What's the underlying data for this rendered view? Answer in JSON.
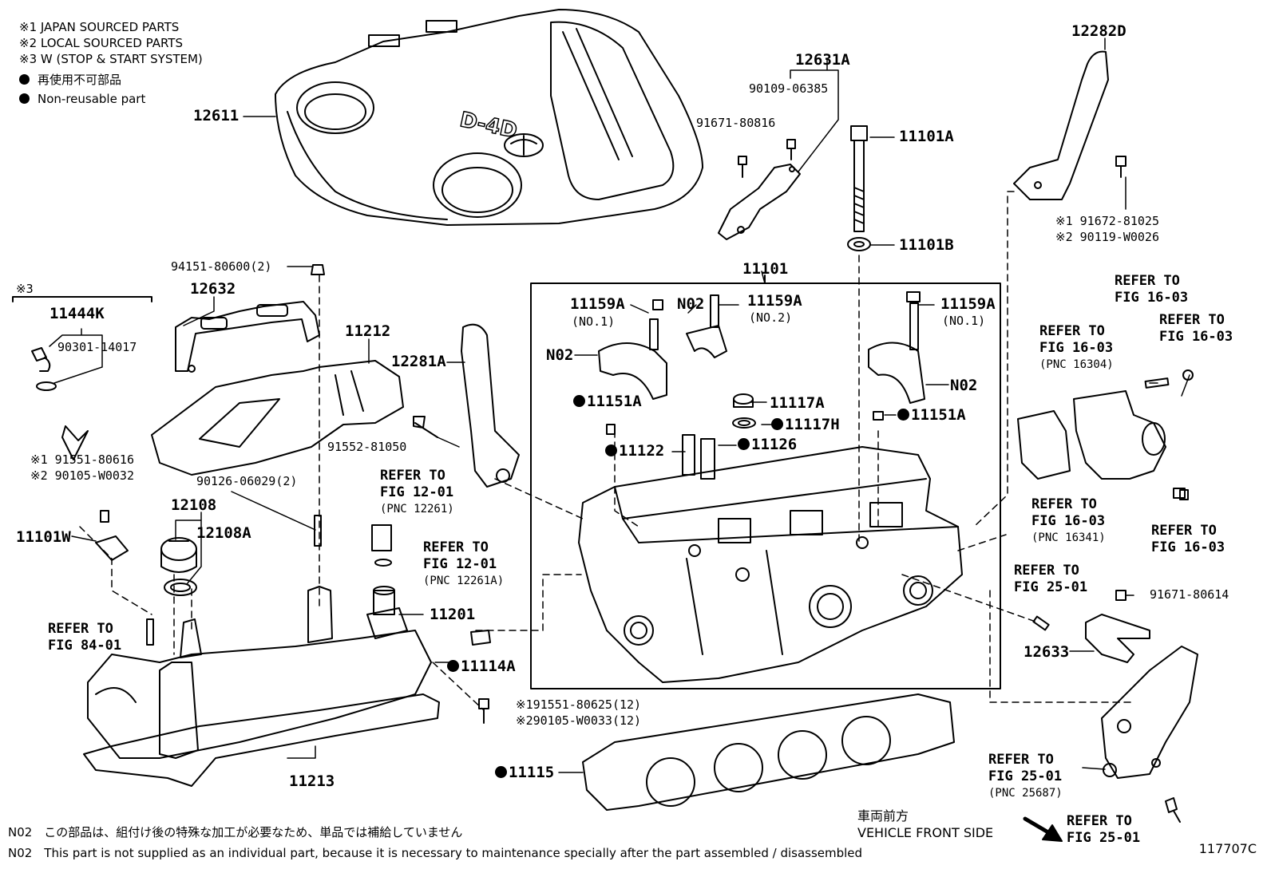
{
  "legend": {
    "japan_sourced": "※1 JAPAN SOURCED PARTS",
    "local_sourced": "※2 LOCAL SOURCED PARTS",
    "stop_start": "※3 W (STOP & START SYSTEM)",
    "non_reusable_jp": "再使用不可部品",
    "non_reusable_en": "Non-reusable part"
  },
  "parts": {
    "p12611": "12611",
    "p12631A": "12631A",
    "p90109_06385": "90109-06385",
    "p91671_80816": "91671-80816",
    "p11101A": "11101A",
    "p11101B": "11101B",
    "p12282D": "12282D",
    "p91672_81025": "※1 91672-81025",
    "p90119_W0026": "※2 90119-W0026",
    "p94151_80600": "94151-80600(2)",
    "p12632": "12632",
    "p11212": "11212",
    "p12281A": "12281A",
    "p11101": "11101",
    "p11159A_1": "11159A",
    "p11159A_1_sub": "(NO.1)",
    "p_n02_top": "N02",
    "p11159A_2": "11159A",
    "p11159A_2_sub": "(NO.2)",
    "p11159A_3": "11159A",
    "p11159A_3_sub": "(NO.1)",
    "p_n02_left": "N02",
    "p_n02_right": "N02",
    "p11151A_left": "11151A",
    "p11117A": "11117A",
    "p11117H": "11117H",
    "p11151A_right": "11151A",
    "p11122": "11122",
    "p11126": "11126",
    "p3_mark": "※3",
    "p11444K": "11444K",
    "p90301_14017": "90301-14017",
    "p91551_80616": "※1 91551-80616",
    "p90105_W0032": "※2 90105-W0032",
    "p91552_81050": "91552-81050",
    "p90126_06029": "90126-06029(2)",
    "p12108": "12108",
    "p12108A": "12108A",
    "p11101W": "11101W",
    "p11201": "11201",
    "p11114A": "11114A",
    "p91551_80625": "※191551-80625(12)",
    "p90105_W0033": "※290105-W0033(12)",
    "p11213": "11213",
    "p11115": "11115",
    "p91671_80614": "91671-80614",
    "p12633": "12633",
    "illustration_no": "117707C"
  },
  "refs": {
    "r_fig12_01_a": {
      "line1": "REFER TO",
      "line2": "FIG 12-01",
      "pnc": "(PNC 12261)"
    },
    "r_fig12_01_b": {
      "line1": "REFER TO",
      "line2": "FIG 12-01",
      "pnc": "(PNC 12261A)"
    },
    "r_fig84_01": {
      "line1": "REFER TO",
      "line2": "FIG 84-01"
    },
    "r_fig16_03_top": {
      "line1": "REFER TO",
      "line2": "FIG 16-03"
    },
    "r_fig16_03_right": {
      "line1": "REFER TO",
      "line2": "FIG 16-03"
    },
    "r_fig16_03_pnc16304": {
      "line1": "REFER TO",
      "line2": "FIG 16-03",
      "pnc": "(PNC 16304)"
    },
    "r_fig16_03_pnc16341": {
      "line1": "REFER TO",
      "line2": "FIG 16-03",
      "pnc": "(PNC 16341)"
    },
    "r_fig16_03_bottom": {
      "line1": "REFER TO",
      "line2": "FIG 16-03"
    },
    "r_fig25_01_top": {
      "line1": "REFER TO",
      "line2": "FIG 25-01"
    },
    "r_fig25_01_pnc25687": {
      "line1": "REFER TO",
      "line2": "FIG 25-01",
      "pnc": "(PNC 25687)"
    },
    "r_fig25_01_bottom": {
      "line1": "REFER TO",
      "line2": "FIG 25-01"
    }
  },
  "notes": {
    "n02_jp": "N02　この部品は、組付け後の特殊な加工が必要なため、単品では補給していません",
    "n02_en": "N02　This part is not supplied as an individual part, because it is necessary to maintenance specially after the part assembled / disassembled"
  },
  "front_side": {
    "jp": "車両前方",
    "en": "VEHICLE FRONT SIDE"
  },
  "cover_logo": "D-4D"
}
